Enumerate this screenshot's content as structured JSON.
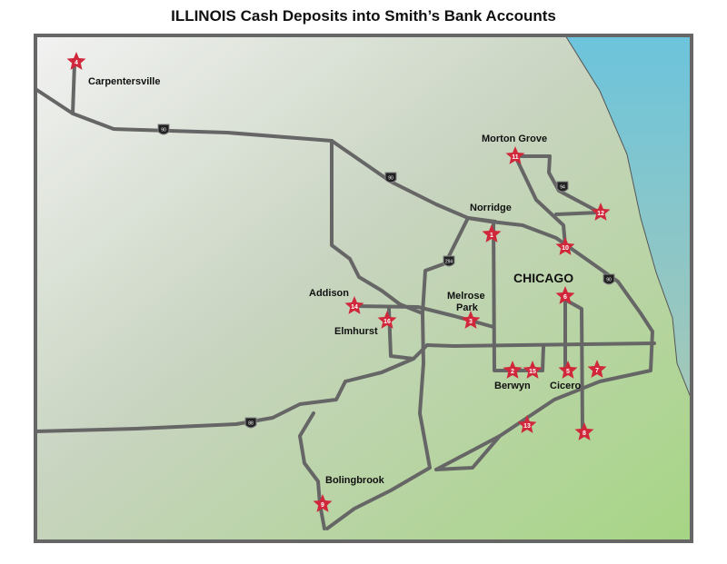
{
  "title": "ILLINOIS Cash Deposits into Smith’s Bank Accounts",
  "places": {
    "carpentersville": "Carpentersville",
    "morton_grove": "Morton Grove",
    "norridge": "Norridge",
    "chicago": "CHICAGO",
    "addison": "Addison",
    "melrose1": "Melrose",
    "melrose2": "Park",
    "elmhurst": "Elmhurst",
    "berwyn": "Berwyn",
    "cicero": "Cicero",
    "bolingbrook": "Bolingbrook"
  },
  "highways": [
    "90",
    "90",
    "94",
    "294",
    "90",
    "88"
  ],
  "deposits": [
    "1",
    "2",
    "3",
    "4",
    "5",
    "6",
    "7",
    "8",
    "9",
    "10",
    "11",
    "12",
    "13",
    "14",
    "15",
    "16"
  ],
  "colors": {
    "star": "#d0283a",
    "road": "#666666",
    "lake": "#7ec8d8",
    "land_top": "#e4e4e4",
    "land_bottom": "#a8d488"
  }
}
